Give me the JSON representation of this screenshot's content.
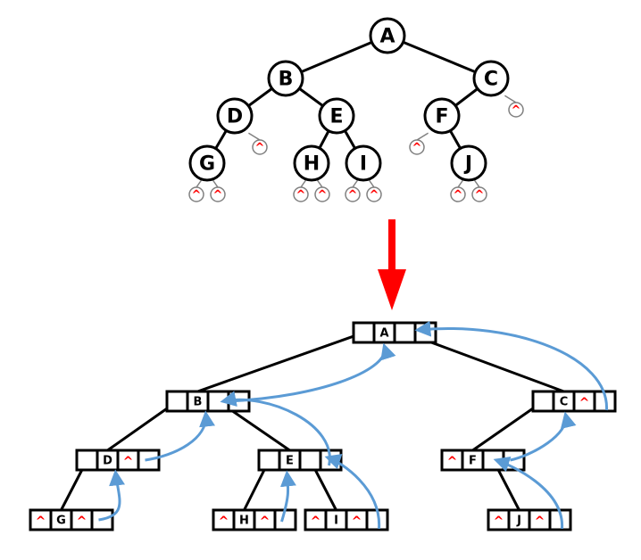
{
  "colors": {
    "edge": "#000000",
    "null_marker": "#ff0000",
    "null_circle": "#808080",
    "arrow_main": "#ff0000",
    "thread": "#5b9bd5"
  },
  "null_symbol": "^",
  "tree": {
    "nodes": [
      {
        "id": "A",
        "label": "A",
        "left": "B",
        "right": "C"
      },
      {
        "id": "B",
        "label": "B",
        "left": "D",
        "right": "E"
      },
      {
        "id": "C",
        "label": "C",
        "left": "F",
        "right": null
      },
      {
        "id": "D",
        "label": "D",
        "left": "G",
        "right": null
      },
      {
        "id": "E",
        "label": "E",
        "left": "H",
        "right": "I"
      },
      {
        "id": "F",
        "label": "F",
        "left": null,
        "right": "J"
      },
      {
        "id": "G",
        "label": "G",
        "left": null,
        "right": null
      },
      {
        "id": "H",
        "label": "H",
        "left": null,
        "right": null
      },
      {
        "id": "I",
        "label": "I",
        "left": null,
        "right": null
      },
      {
        "id": "J",
        "label": "J",
        "left": null,
        "right": null
      }
    ]
  },
  "threaded_tree": {
    "nodes": [
      {
        "id": "A",
        "label": "A",
        "cells": [
          "link",
          "data",
          "link",
          "null"
        ]
      },
      {
        "id": "B",
        "label": "B",
        "cells": [
          "link",
          "data",
          "link",
          "blank"
        ]
      },
      {
        "id": "C",
        "label": "C",
        "cells": [
          "link",
          "data",
          "null",
          "blank"
        ]
      },
      {
        "id": "D",
        "label": "D",
        "cells": [
          "link",
          "data",
          "null",
          "blank"
        ]
      },
      {
        "id": "E",
        "label": "E",
        "cells": [
          "link",
          "data",
          "link",
          "blank"
        ]
      },
      {
        "id": "F",
        "label": "F",
        "cells": [
          "null",
          "data",
          "link",
          "blank"
        ]
      },
      {
        "id": "G",
        "label": "G",
        "cells": [
          "null",
          "data",
          "null",
          "blank"
        ]
      },
      {
        "id": "H",
        "label": "H",
        "cells": [
          "null",
          "data",
          "null",
          "blank"
        ]
      },
      {
        "id": "I",
        "label": "I",
        "cells": [
          "null",
          "data",
          "null",
          "blank"
        ]
      },
      {
        "id": "J",
        "label": "J",
        "cells": [
          "null",
          "data",
          "null",
          "blank"
        ]
      }
    ],
    "threads": [
      {
        "from": "G",
        "to": "D"
      },
      {
        "from": "D",
        "to": "B"
      },
      {
        "from": "H",
        "to": "E"
      },
      {
        "from": "E",
        "to": "B"
      },
      {
        "from": "I",
        "to": "E"
      },
      {
        "from": "B",
        "to": "A"
      },
      {
        "from": "J",
        "to": "F"
      },
      {
        "from": "F",
        "to": "C"
      },
      {
        "from": "C",
        "to": "A"
      }
    ]
  }
}
